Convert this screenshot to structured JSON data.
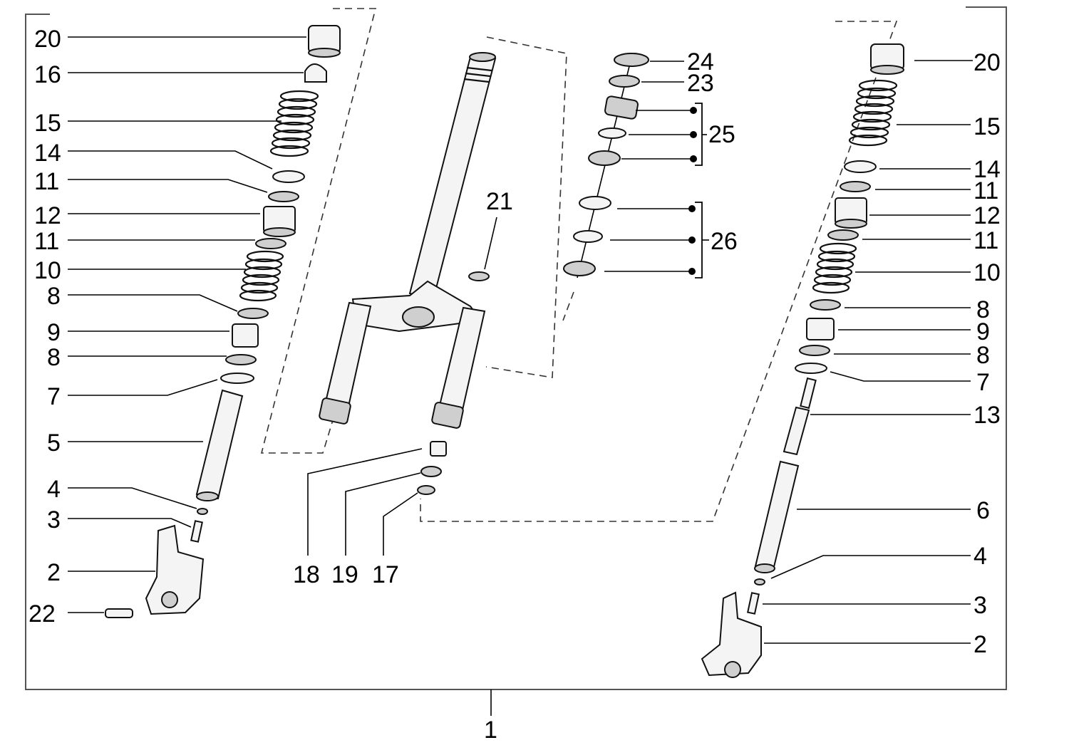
{
  "callouts": {
    "left": [
      "20",
      "16",
      "15",
      "14",
      "11",
      "12",
      "11",
      "10",
      "8",
      "9",
      "8",
      "7",
      "5",
      "4",
      "3",
      "2",
      "22"
    ],
    "center": [
      "21",
      "18",
      "19",
      "17"
    ],
    "steering": [
      "24",
      "23",
      "25",
      "26"
    ],
    "right": [
      "20",
      "15",
      "14",
      "11",
      "12",
      "11",
      "10",
      "8",
      "9",
      "8",
      "7",
      "13",
      "6",
      "4",
      "3",
      "2"
    ],
    "bottom": "1"
  }
}
